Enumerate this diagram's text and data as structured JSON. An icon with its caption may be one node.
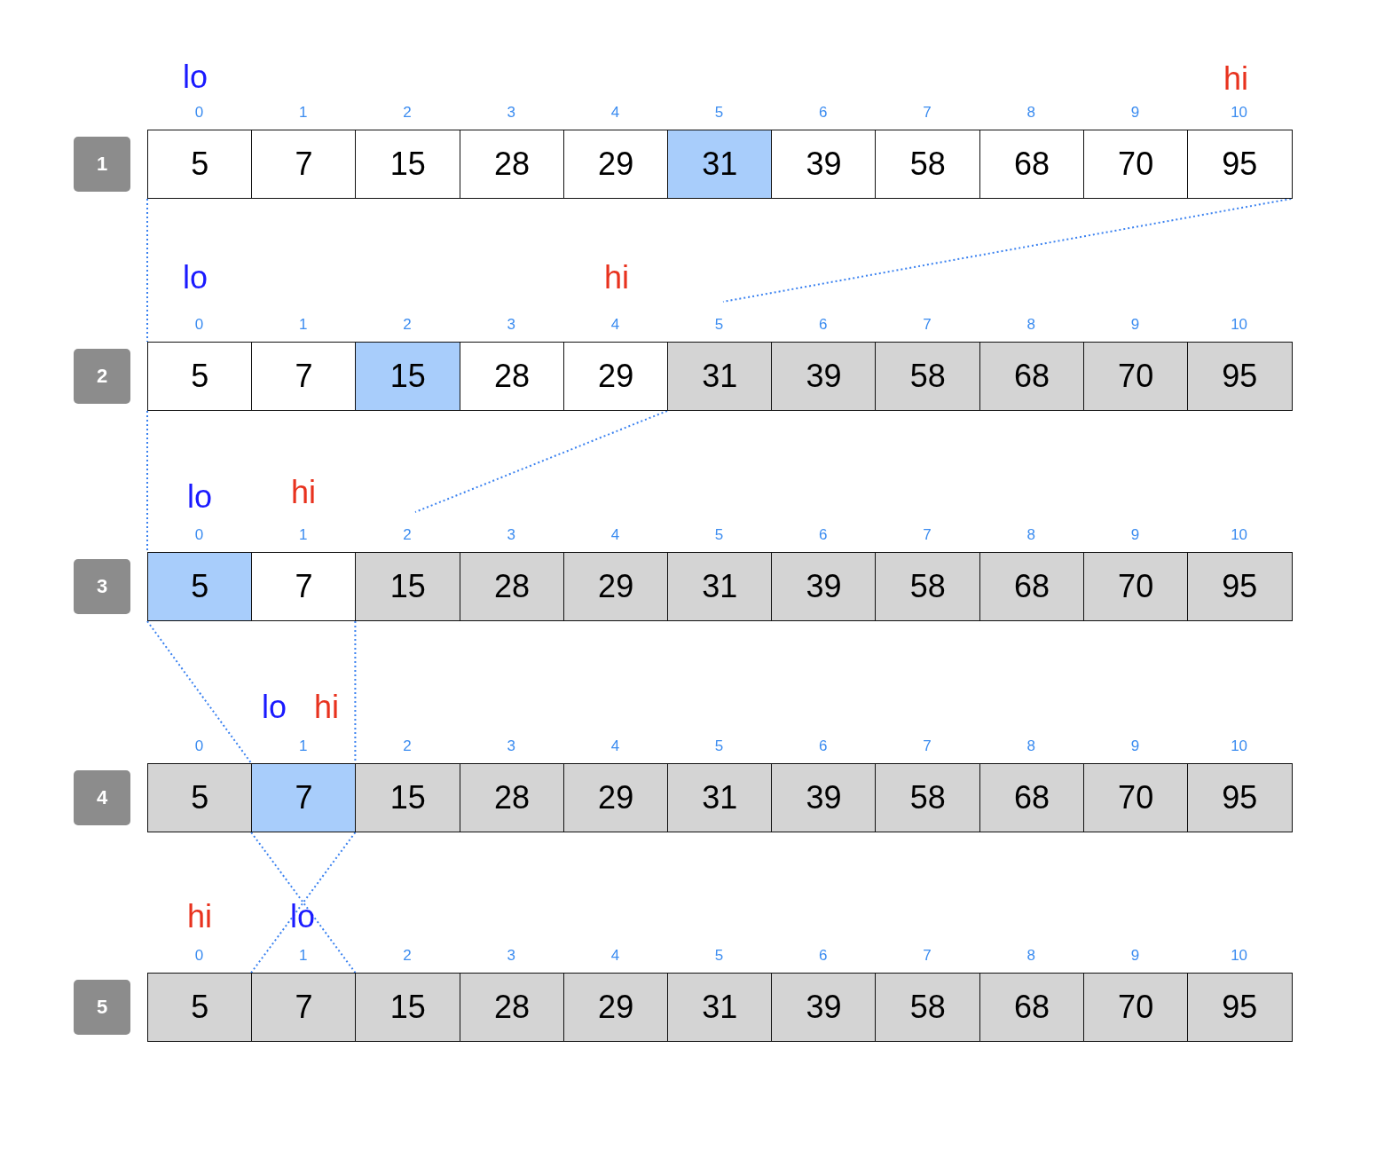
{
  "diagram": {
    "nodes": [
      {
        "text": [
          "1"
        ]
      },
      {
        "text": [
          "5"
        ],
        "beside": [
          "0"
        ]
      },
      {
        "text": [
          "7"
        ],
        "beside": [
          "1"
        ]
      },
      {
        "text": [
          "15"
        ],
        "beside": [
          "2"
        ]
      },
      {
        "text": [
          "28"
        ],
        "beside": [
          "3"
        ]
      },
      {
        "text": [
          "29"
        ],
        "beside": [
          "4"
        ]
      },
      {
        "text": [
          "31"
        ],
        "beside": [
          "5"
        ]
      },
      {
        "text": [
          "39"
        ],
        "beside": [
          "6"
        ]
      },
      {
        "text": [
          "58"
        ],
        "beside": [
          "7"
        ]
      },
      {
        "text": [
          "68"
        ],
        "beside": [
          "8"
        ]
      },
      {
        "text": [
          "70"
        ],
        "beside": [
          "9"
        ]
      },
      {
        "text": [
          "95"
        ],
        "beside": [
          "10"
        ]
      },
      {
        "text": [
          "2"
        ]
      },
      {
        "text": [
          "5"
        ],
        "beside": [
          "0"
        ]
      },
      {
        "text": [
          "7"
        ],
        "beside": [
          "1"
        ]
      },
      {
        "text": [
          "15"
        ],
        "beside": [
          "2"
        ]
      },
      {
        "text": [
          "28"
        ],
        "beside": [
          "3"
        ]
      },
      {
        "text": [
          "29"
        ],
        "beside": [
          "4"
        ]
      },
      {
        "text": [
          "31"
        ],
        "beside": [
          "5"
        ]
      },
      {
        "text": [
          "39"
        ],
        "beside": [
          "6"
        ]
      },
      {
        "text": [
          "58"
        ],
        "beside": [
          "7"
        ]
      },
      {
        "text": [
          "68"
        ],
        "beside": [
          "8"
        ]
      },
      {
        "text": [
          "70"
        ],
        "beside": [
          "9"
        ]
      },
      {
        "text": [
          "95"
        ],
        "beside": [
          "10"
        ]
      },
      {
        "text": [
          "3"
        ]
      },
      {
        "text": [
          "5"
        ],
        "beside": [
          "0"
        ]
      },
      {
        "text": [
          "7"
        ],
        "beside": [
          "1"
        ]
      },
      {
        "text": [
          "15"
        ],
        "beside": [
          "2"
        ]
      },
      {
        "text": [
          "28"
        ],
        "beside": [
          "3"
        ]
      },
      {
        "text": [
          "29"
        ],
        "beside": [
          "4"
        ]
      },
      {
        "text": [
          "31"
        ],
        "beside": [
          "5"
        ]
      },
      {
        "text": [
          "39"
        ],
        "beside": [
          "6"
        ]
      },
      {
        "text": [
          "58"
        ],
        "beside": [
          "7"
        ]
      },
      {
        "text": [
          "68"
        ],
        "beside": [
          "8"
        ]
      },
      {
        "text": [
          "70"
        ],
        "beside": [
          "9"
        ]
      },
      {
        "text": [
          "95"
        ],
        "beside": [
          "10"
        ]
      },
      {
        "text": [
          "4"
        ]
      },
      {
        "text": [
          "5"
        ],
        "beside": [
          "0"
        ]
      },
      {
        "text": [
          "7"
        ],
        "beside": [
          "1"
        ]
      },
      {
        "text": [
          "15"
        ],
        "beside": [
          "2"
        ]
      },
      {
        "text": [
          "28"
        ],
        "beside": [
          "3"
        ]
      },
      {
        "text": [
          "29"
        ],
        "beside": [
          "4"
        ]
      },
      {
        "text": [
          "31"
        ],
        "beside": [
          "5"
        ]
      },
      {
        "text": [
          "39"
        ],
        "beside": [
          "6"
        ]
      },
      {
        "text": [
          "58"
        ],
        "beside": [
          "7"
        ]
      },
      {
        "text": [
          "68"
        ],
        "beside": [
          "8"
        ]
      },
      {
        "text": [
          "70"
        ],
        "beside": [
          "9"
        ]
      },
      {
        "text": [
          "95"
        ],
        "beside": [
          "10"
        ]
      },
      {
        "text": [
          "5"
        ]
      },
      {
        "text": [
          "5"
        ],
        "beside": [
          "0"
        ]
      },
      {
        "text": [
          "7"
        ],
        "beside": [
          "1"
        ]
      },
      {
        "text": [
          "15"
        ],
        "beside": [
          "2"
        ]
      },
      {
        "text": [
          "28"
        ],
        "beside": [
          "3"
        ]
      },
      {
        "text": [
          "29"
        ],
        "beside": [
          "4"
        ]
      },
      {
        "text": [
          "31"
        ],
        "beside": [
          "5"
        ]
      },
      {
        "text": [
          "39"
        ],
        "beside": [
          "6"
        ]
      },
      {
        "text": [
          "58"
        ],
        "beside": [
          "7"
        ]
      },
      {
        "text": [
          "68"
        ],
        "beside": [
          "8"
        ]
      },
      {
        "text": [
          "70"
        ],
        "beside": [
          "9"
        ]
      },
      {
        "text": [
          "95"
        ],
        "beside": [
          "10"
        ]
      }
    ],
    "edges": [
      {
        "from": 1,
        "to": 13,
        "arrow": "none",
        "style": "dashed"
      },
      {
        "from": 11,
        "to": null,
        "arrow": "none",
        "style": "dashed"
      },
      {
        "from": 13,
        "to": 25,
        "arrow": "none",
        "style": "dashed"
      },
      {
        "from": 18,
        "to": null,
        "arrow": "none",
        "style": "dashed"
      },
      {
        "from": 25,
        "to": 38,
        "arrow": "none",
        "style": "dashed"
      },
      {
        "from": 27,
        "to": 39,
        "arrow": "none",
        "style": "dashed"
      },
      {
        "from": 38,
        "to": 51,
        "arrow": "none",
        "style": "dashed"
      },
      {
        "from": 39,
        "to": 50,
        "arrow": "none",
        "style": "dashed"
      }
    ],
    "labels": [
      "lo",
      "hi",
      "lo",
      "hi",
      "lo",
      "hi",
      "lo",
      "hi",
      "hi",
      "lo"
    ]
  }
}
